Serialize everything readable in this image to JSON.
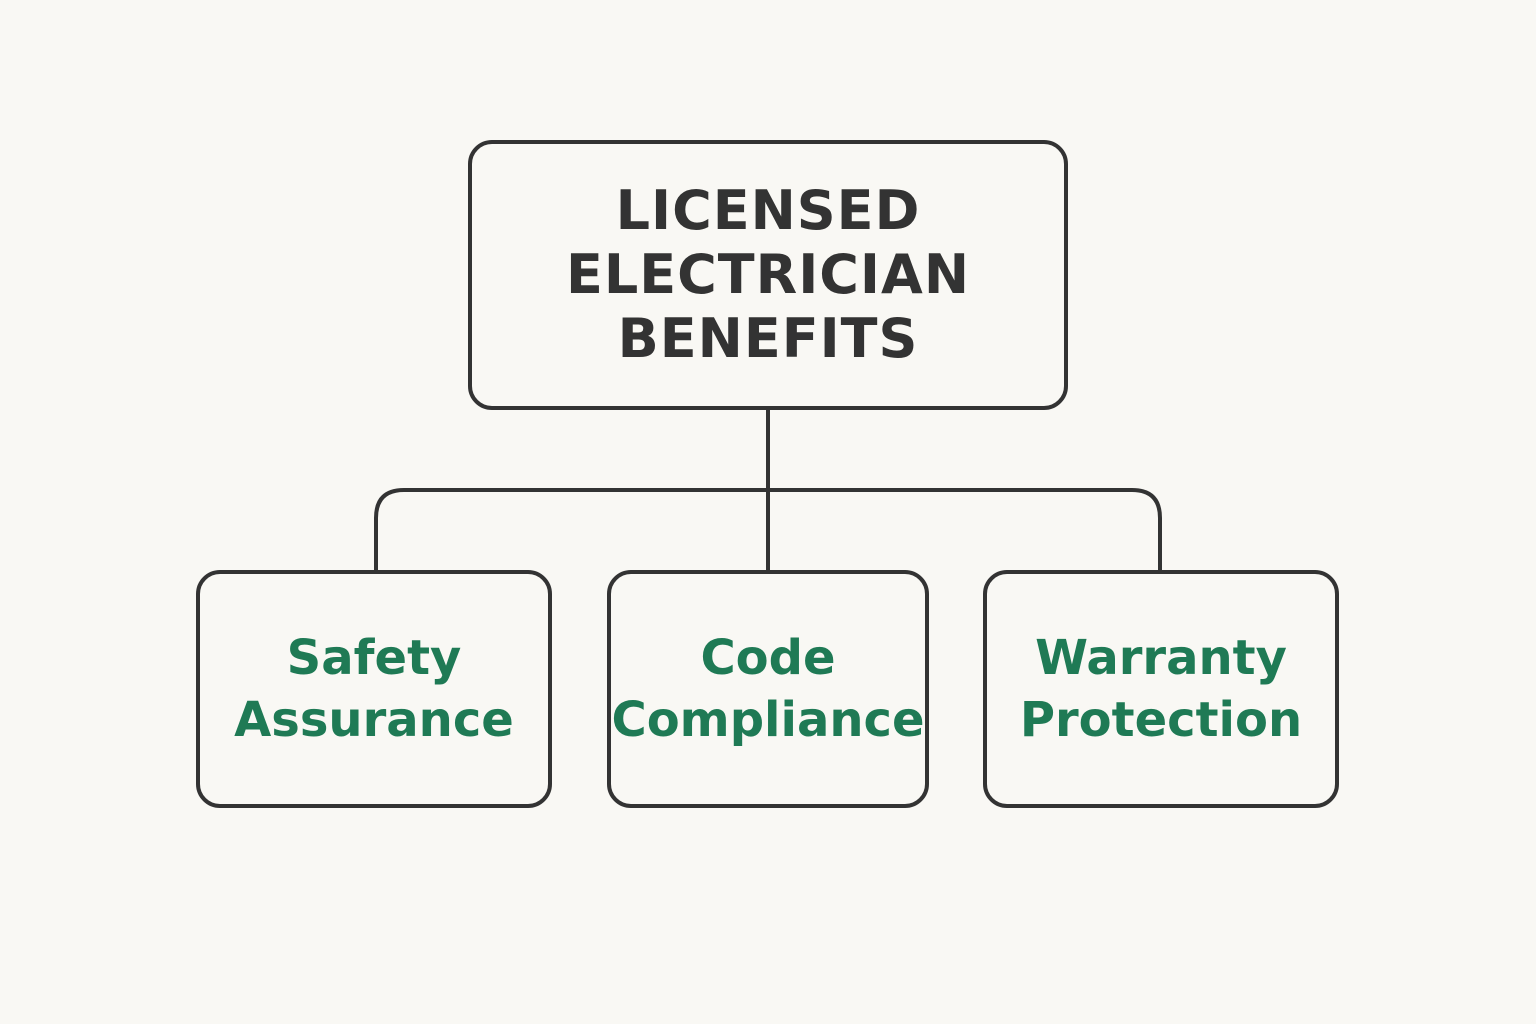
{
  "diagram": {
    "root": {
      "lines": [
        "LICENSED",
        "ELECTRICIAN",
        "BENEFITS"
      ]
    },
    "children": [
      {
        "lines": [
          "Safety",
          "Assurance"
        ]
      },
      {
        "lines": [
          "Code",
          "Compliance"
        ]
      },
      {
        "lines": [
          "Warranty",
          "Protection"
        ]
      }
    ]
  },
  "colors": {
    "background": "#f9f8f4",
    "stroke": "#333333",
    "root_text": "#333333",
    "child_text": "#1f7a55"
  }
}
